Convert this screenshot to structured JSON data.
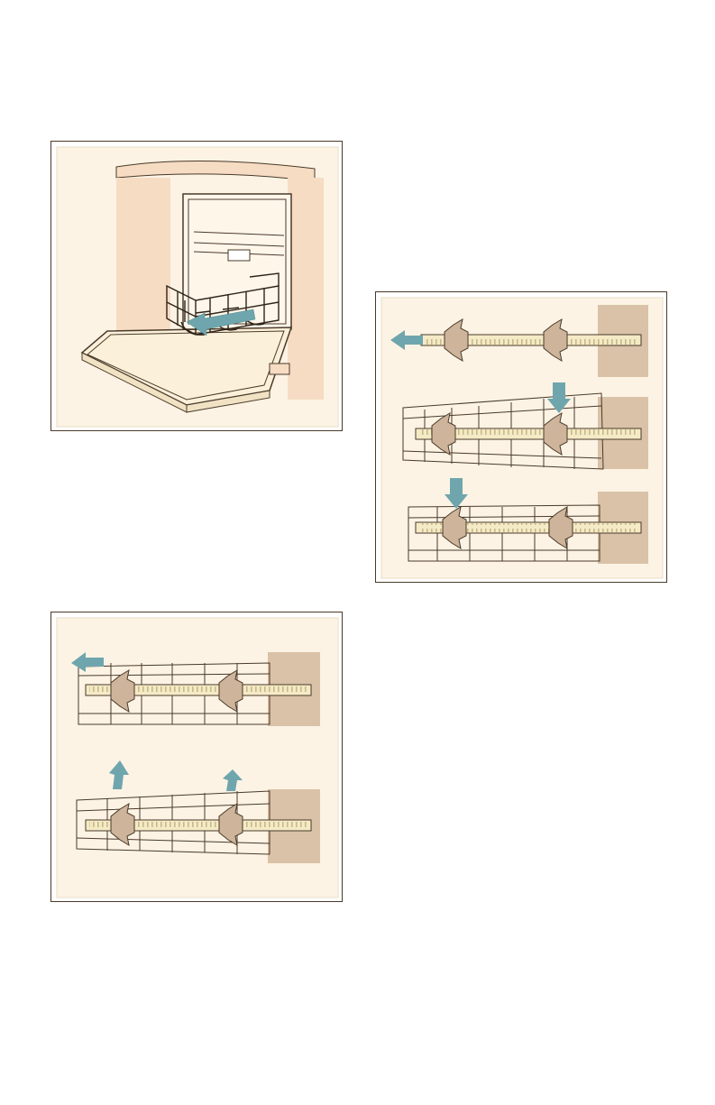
{
  "figures": [
    {
      "id": "fig-dishwasher-open",
      "icon": "dishwasher-rack-pull-out",
      "arrow_color": "#6fa6ad"
    },
    {
      "id": "fig-rack-install-steps",
      "icon": "rack-rail-insertion",
      "arrow_color": "#6fa6ad"
    },
    {
      "id": "fig-rack-removal-steps",
      "icon": "rack-rail-removal",
      "arrow_color": "#6fa6ad"
    }
  ],
  "colors": {
    "panel_fill": "#fcf3e4",
    "cabinet": "#f6dcc3",
    "rail": "#f4ebc6",
    "rail_tick": "#c9b88a",
    "wall": "#d9c2a7",
    "arrow": "#6fa6ad",
    "clip": "#cdb49a",
    "line": "#4a3a2a"
  }
}
